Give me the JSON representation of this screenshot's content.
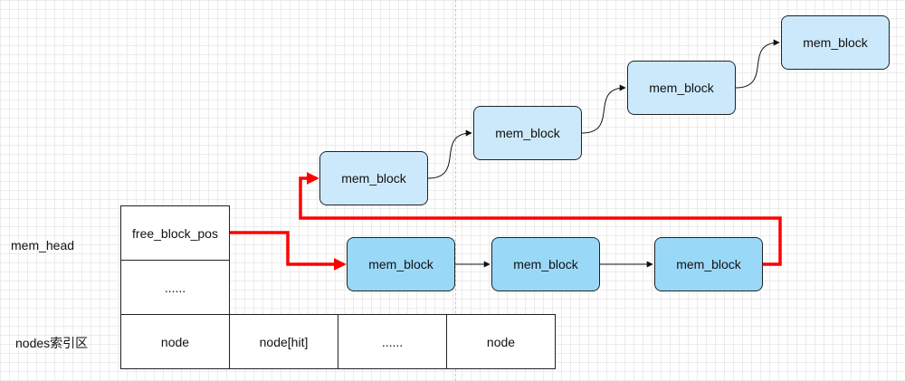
{
  "labels": {
    "mem_head": "mem_head",
    "nodes_area": "nodes索引区"
  },
  "mem_head_table": {
    "free_block_pos": "free_block_pos",
    "ellipsis": "......"
  },
  "nodes_row": [
    "node",
    "node[hit]",
    "......",
    "node"
  ],
  "free_chain": [
    "mem_block",
    "mem_block",
    "mem_block",
    "mem_block"
  ],
  "used_chain": [
    "mem_block",
    "mem_block",
    "mem_block"
  ],
  "colors": {
    "highlight_arrow": "#ff0000",
    "free_block_fill": "#cce9fb",
    "used_block_fill": "#9ad8f8",
    "border": "#222222"
  }
}
